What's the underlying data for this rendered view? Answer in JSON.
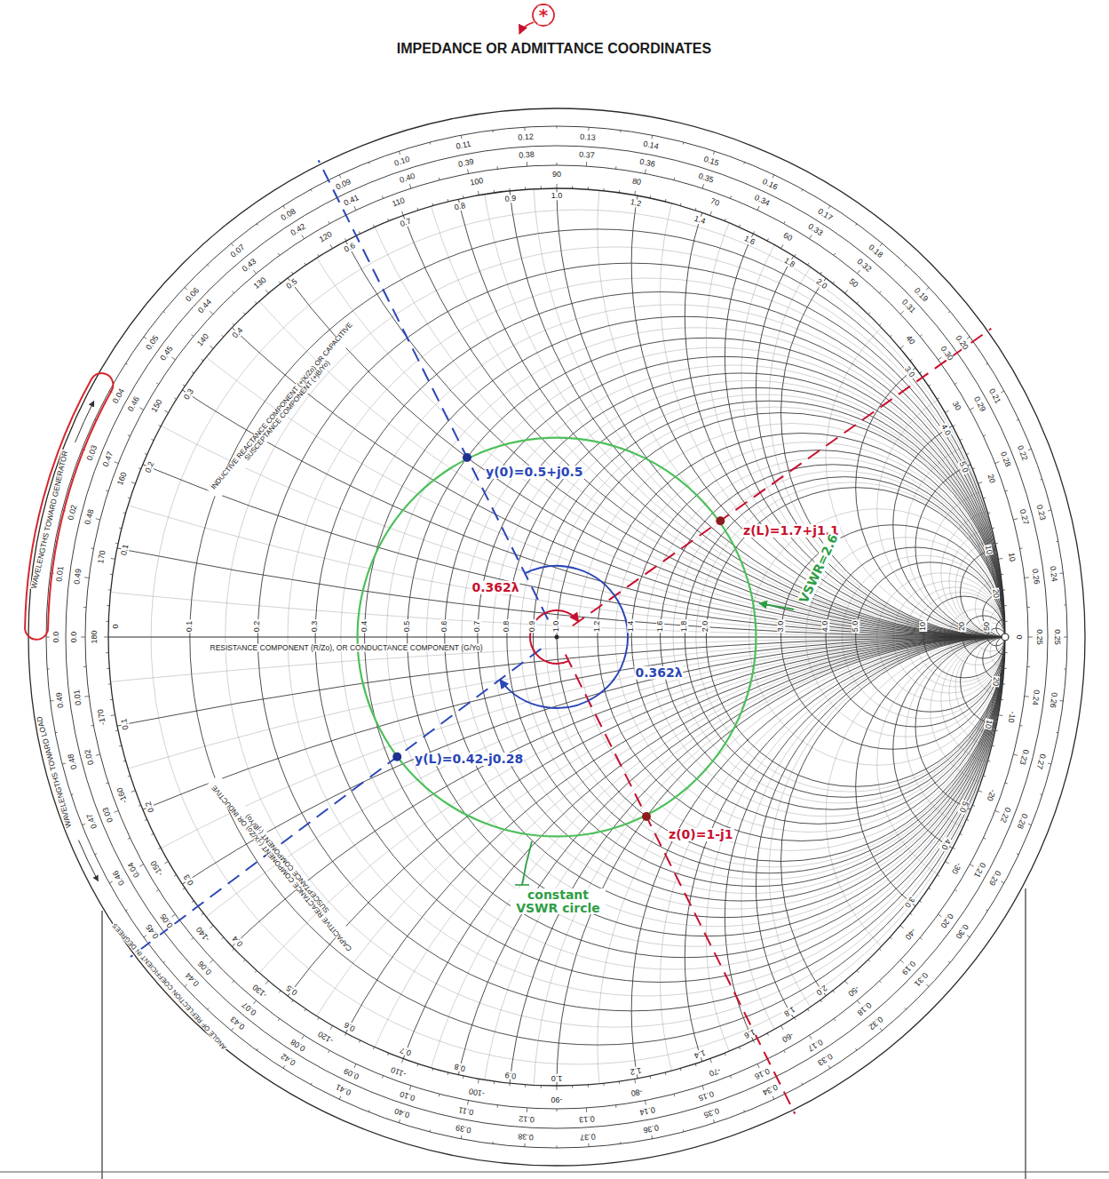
{
  "diagram": {
    "title": "IMPEDANCE OR ADMITTANCE COORDINATES",
    "labels": [
      "*",
      "y(0)=0.5+j0.5",
      "z(L)=1.7+j1.1",
      "0.362λ",
      "0.362λ",
      "VSWR=2.6",
      "y(L)=0.42-j0.28",
      "z(0)=1-j1",
      "constant VSWR circle",
      "WAVELENGTHS TOWARD GENERATOR",
      "WAVELENGTHS TOWARD LOAD",
      "ANGLE OF REFLECTION COEFFICIENT IN DEGREES",
      "RESISTANCE COMPONENT (R/Zo), OR CONDUCTANCE COMPONENT (G/Yo)",
      "INDUCTIVE REACTANCE COMPONENT (+jX/Zo) OR CAPACITIVE SUSCEPTANCE COMPONENT (+jB/Yo)",
      "CAPACITIVE REACTANCE COMPONENT (-jX/Zo) OR INDUCTIVE SUSCEPTANCE COMPONENT (-jB/Yo)",
      "0",
      "0.1",
      "0.2",
      "0.3",
      "0.4",
      "0.5",
      "0.6",
      "0.7",
      "0.8",
      "0.9",
      "1.0",
      "1.2",
      "1.4",
      "1.6",
      "1.8",
      "2.0",
      "3.0",
      "4.0",
      "5.0",
      "10",
      "20",
      "50",
      "0.1",
      "0.2",
      "0.3",
      "0.4",
      "0.5",
      "0.6",
      "0.7",
      "0.8",
      "0.9",
      "1.0",
      "1.2",
      "1.4",
      "1.6",
      "1.8",
      "2.0",
      "3.0",
      "4.0",
      "5.0",
      "10",
      "20",
      "0.1",
      "0.2",
      "0.3",
      "0.4",
      "0.5",
      "0.6",
      "0.7",
      "0.8",
      "0.9",
      "1.0",
      "1.2",
      "1.4",
      "1.6",
      "1.8",
      "2.0",
      "3.0",
      "4.0",
      "5.0",
      "10",
      "20",
      "0",
      "10",
      "20",
      "30",
      "40",
      "50",
      "60",
      "70",
      "80",
      "90",
      "100",
      "110",
      "120",
      "130",
      "140",
      "150",
      "160",
      "170",
      "180",
      "-10",
      "-20",
      "-30",
      "-40",
      "-50",
      "-60",
      "-70",
      "-80",
      "-90",
      "-100",
      "-110",
      "-120",
      "-130",
      "-140",
      "-150",
      "-160",
      "-170",
      "0.0",
      "0.01",
      "0.02",
      "0.03",
      "0.04",
      "0.05",
      "0.06",
      "0.07",
      "0.08",
      "0.09",
      "0.10",
      "0.11",
      "0.12",
      "0.13",
      "0.14",
      "0.15",
      "0.16",
      "0.17",
      "0.18",
      "0.19",
      "0.20",
      "0.21",
      "0.22",
      "0.23",
      "0.24",
      "0.25",
      "0.26",
      "0.27",
      "0.28",
      "0.29",
      "0.30",
      "0.31",
      "0.32",
      "0.33",
      "0.34",
      "0.35",
      "0.36",
      "0.37",
      "0.38",
      "0.39",
      "0.40",
      "0.41",
      "0.42",
      "0.43",
      "0.44",
      "0.45",
      "0.46",
      "0.47",
      "0.48",
      "0.49",
      "0.0",
      "0.01",
      "0.02",
      "0.03",
      "0.04",
      "0.05",
      "0.06",
      "0.07",
      "0.08",
      "0.09",
      "0.10",
      "0.11",
      "0.12",
      "0.13",
      "0.14",
      "0.15",
      "0.16",
      "0.17",
      "0.18",
      "0.19",
      "0.20",
      "0.21",
      "0.22",
      "0.23",
      "0.24",
      "0.25",
      "0.26",
      "0.27",
      "0.28",
      "0.29",
      "0.30",
      "0.31",
      "0.32",
      "0.33",
      "0.34",
      "0.35",
      "0.36",
      "0.37",
      "0.38",
      "0.39",
      "0.40",
      "0.41",
      "0.42",
      "0.43",
      "0.44",
      "0.45",
      "0.46",
      "0.47",
      "0.48",
      "0.49"
    ]
  }
}
